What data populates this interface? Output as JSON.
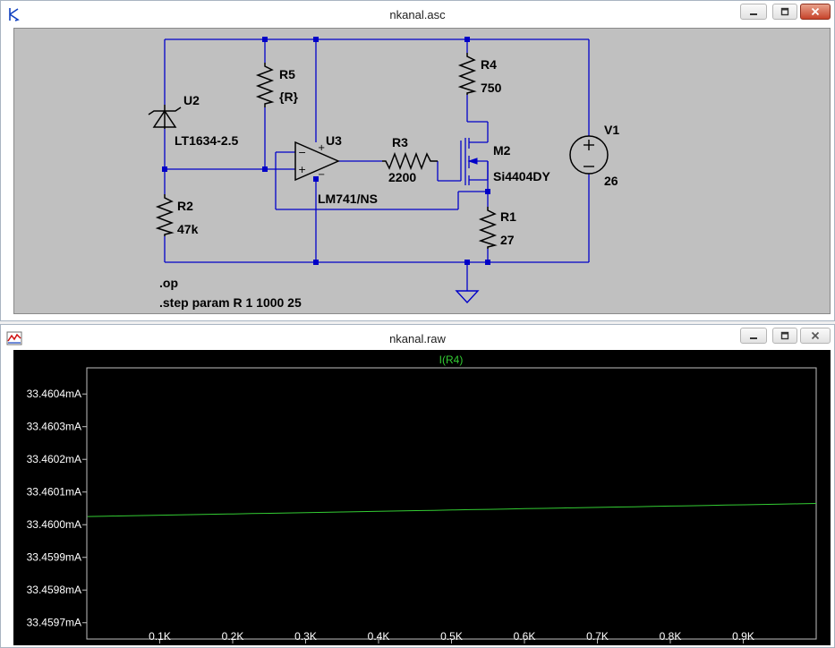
{
  "schematic_window": {
    "title": "nkanal.asc",
    "components": {
      "u2": {
        "ref": "U2",
        "value": "LT1634-2.5"
      },
      "r5": {
        "ref": "R5",
        "value": "{R}"
      },
      "u3": {
        "ref": "U3",
        "value": "LM741/NS"
      },
      "r3": {
        "ref": "R3",
        "value": "2200"
      },
      "r4": {
        "ref": "R4",
        "value": "750"
      },
      "m2": {
        "ref": "M2",
        "value": "Si4404DY"
      },
      "v1": {
        "ref": "V1",
        "value": "26"
      },
      "r2": {
        "ref": "R2",
        "value": "47k"
      },
      "r1": {
        "ref": "R1",
        "value": "27"
      }
    },
    "directives": [
      ".op",
      ".step param R 1 1000 25"
    ],
    "wire_color": "#0000c8",
    "background_color": "#c0c0c0"
  },
  "waveform_window": {
    "title": "nkanal.raw",
    "background_color": "#000000"
  },
  "chart_data": {
    "type": "line",
    "title": "I(R4)",
    "xlabel": "",
    "ylabel": "",
    "xlim": [
      0,
      1000
    ],
    "ylim": [
      33.45965,
      33.46048
    ],
    "x_ticks": [
      100,
      200,
      300,
      400,
      500,
      600,
      700,
      800,
      900
    ],
    "x_tick_labels": [
      "0.1K",
      "0.2K",
      "0.3K",
      "0.4K",
      "0.5K",
      "0.6K",
      "0.7K",
      "0.8K",
      "0.9K"
    ],
    "y_ticks": [
      33.4604,
      33.4603,
      33.4602,
      33.4601,
      33.46,
      33.4599,
      33.4598,
      33.4597
    ],
    "y_tick_labels": [
      "33.4604mA",
      "33.4603mA",
      "33.4602mA",
      "33.4601mA",
      "33.4600mA",
      "33.4599mA",
      "33.4598mA",
      "33.4597mA"
    ],
    "grid": false,
    "series": [
      {
        "name": "I(R4)",
        "color": "#33cc33",
        "x": [
          1,
          26,
          51,
          76,
          101,
          126,
          151,
          176,
          201,
          226,
          251,
          276,
          301,
          326,
          351,
          376,
          401,
          426,
          451,
          476,
          501,
          526,
          551,
          576,
          601,
          626,
          651,
          676,
          701,
          726,
          751,
          776,
          801,
          826,
          851,
          876,
          901,
          926,
          951,
          976,
          1000
        ],
        "y": [
          33.460025,
          33.460026,
          33.460027,
          33.460028,
          33.460029,
          33.46003,
          33.460031,
          33.460032,
          33.460033,
          33.460034,
          33.460035,
          33.460036,
          33.460037,
          33.460038,
          33.460039,
          33.46004,
          33.460041,
          33.460042,
          33.460043,
          33.460044,
          33.460045,
          33.460046,
          33.460047,
          33.460048,
          33.460049,
          33.46005,
          33.460051,
          33.460052,
          33.460053,
          33.460054,
          33.460055,
          33.460056,
          33.460057,
          33.460058,
          33.460059,
          33.46006,
          33.460061,
          33.460062,
          33.460063,
          33.460064,
          33.460065
        ]
      }
    ]
  }
}
